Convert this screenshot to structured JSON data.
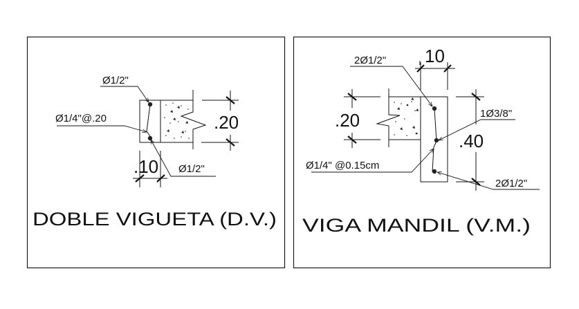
{
  "drawing": {
    "colors": {
      "line": "#111111",
      "background": "#ffffff"
    },
    "panels": [
      {
        "id": "doble-vigueta",
        "title": "DOBLE VIGUETA (D.V.)",
        "labels": {
          "top_bar": "Ø1/2\"",
          "stirrup": "Ø1/4\"@.20",
          "bottom_bar": "Ø1/2\""
        },
        "dimensions": {
          "height": ".20",
          "width": ".10"
        }
      },
      {
        "id": "viga-mandil",
        "title": "VIGA MANDIL (V.M.)",
        "labels": {
          "top_bars": "2Ø1/2\"",
          "middle_bar": "1Ø3/8\"",
          "stirrup": "Ø1/4\" @0.15cm",
          "bottom_bars": "2Ø1/2\""
        },
        "dimensions": {
          "slab_height": ".20",
          "beam_height": ".40",
          "width": "10"
        }
      }
    ]
  }
}
